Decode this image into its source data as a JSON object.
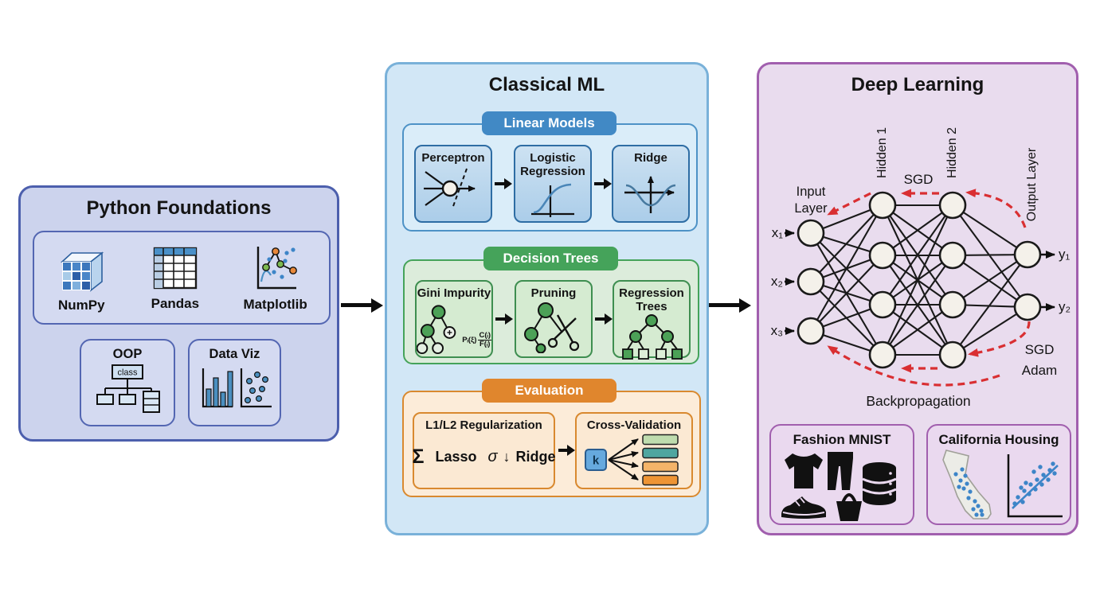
{
  "python_foundations": {
    "title": "Python Foundations",
    "libraries": [
      {
        "label": "NumPy"
      },
      {
        "label": "Pandas"
      },
      {
        "label": "Matplotlib"
      }
    ],
    "topics": [
      {
        "label": "OOP",
        "class_box": "class"
      },
      {
        "label": "Data Viz"
      }
    ]
  },
  "classical_ml": {
    "title": "Classical ML",
    "linear_models": {
      "label": "Linear Models",
      "items": [
        {
          "label": "Perceptron"
        },
        {
          "label": "Logistic Regression"
        },
        {
          "label": "Ridge"
        }
      ]
    },
    "decision_trees": {
      "label": "Decision Trees",
      "items": [
        {
          "label": "Gini Impurity",
          "formula_p": "Pᵢ(ξ)",
          "formula_num": "C(ᵢ)",
          "formula_den": "F(ᵢ)"
        },
        {
          "label": "Pruning"
        },
        {
          "label": "Regression Trees"
        }
      ]
    },
    "evaluation": {
      "label": "Evaluation",
      "items": [
        {
          "label": "L1/L2 Regularization",
          "sym_sum": "Σ",
          "sym_lasso": "Lasso",
          "sym_sigma": "σ",
          "sym_down": "↓",
          "sym_ridge": "Ridge"
        },
        {
          "label": "Cross-Validation",
          "k": "k"
        }
      ]
    }
  },
  "deep_learning": {
    "title": "Deep Learning",
    "network": {
      "input_layer_label": "Input Layer",
      "hidden1_label": "Hidden 1",
      "hidden2_label": "Hidden 2",
      "output_layer_label": "Output Layer",
      "sgd_top": "SGD",
      "sgd_bottom": "SGD",
      "adam": "Adam",
      "backprop": "Backpropagation",
      "inputs": [
        "x₁",
        "x₂",
        "x₃"
      ],
      "outputs": [
        "y₁",
        "y₂"
      ]
    },
    "datasets": [
      {
        "label": "Fashion MNIST"
      },
      {
        "label": "California Housing"
      }
    ]
  },
  "colors": {
    "python_fill": "#ccd3ed",
    "python_border": "#4c5fad",
    "classical_fill": "#d2e7f6",
    "classical_border": "#79b1d9",
    "linear_accent": "#4189c5",
    "trees_accent": "#45a35a",
    "eval_accent": "#e0862d",
    "deep_fill": "#e9dcee",
    "deep_border": "#a15fae",
    "backprop_red": "#d92f32",
    "node_fill": "#f4f1ea",
    "kfold_colors": [
      "#bfdcae",
      "#4fa6a0",
      "#f4b469",
      "#ee9434"
    ]
  }
}
